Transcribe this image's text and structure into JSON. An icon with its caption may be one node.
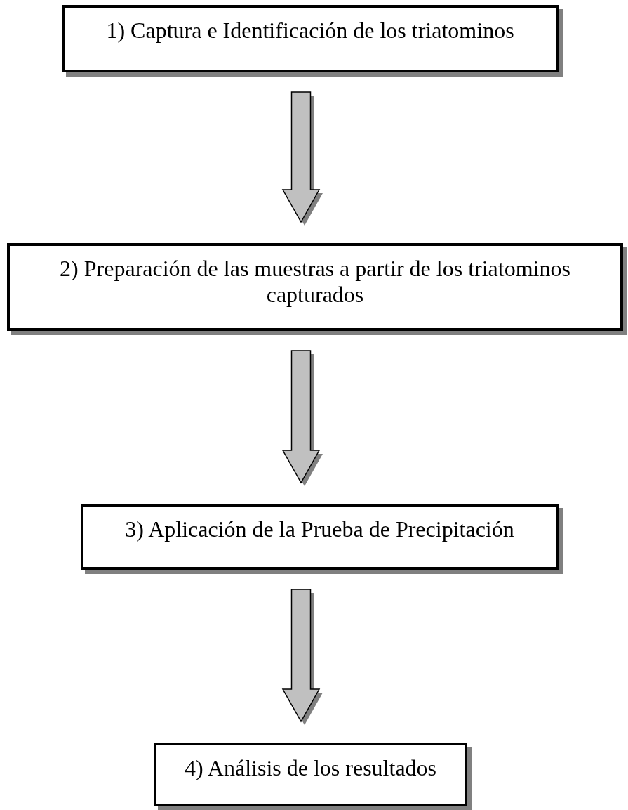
{
  "diagram": {
    "nodes": [
      {
        "text": [
          "1) Captura e Identificación de los triatominos"
        ]
      },
      {
        "text": [
          "2) Preparación de las muestras a partir de los triatominos capturados"
        ]
      },
      {
        "text": [
          "3) Aplicación de la Prueba de Precipitación"
        ]
      },
      {
        "text": [
          "4) Análisis de los resultados"
        ]
      }
    ],
    "edges": [
      {
        "from": 0,
        "to": 1,
        "arrow": "to"
      },
      {
        "from": 1,
        "to": 2,
        "arrow": "to"
      },
      {
        "from": 2,
        "to": 3,
        "arrow": "to"
      }
    ]
  }
}
